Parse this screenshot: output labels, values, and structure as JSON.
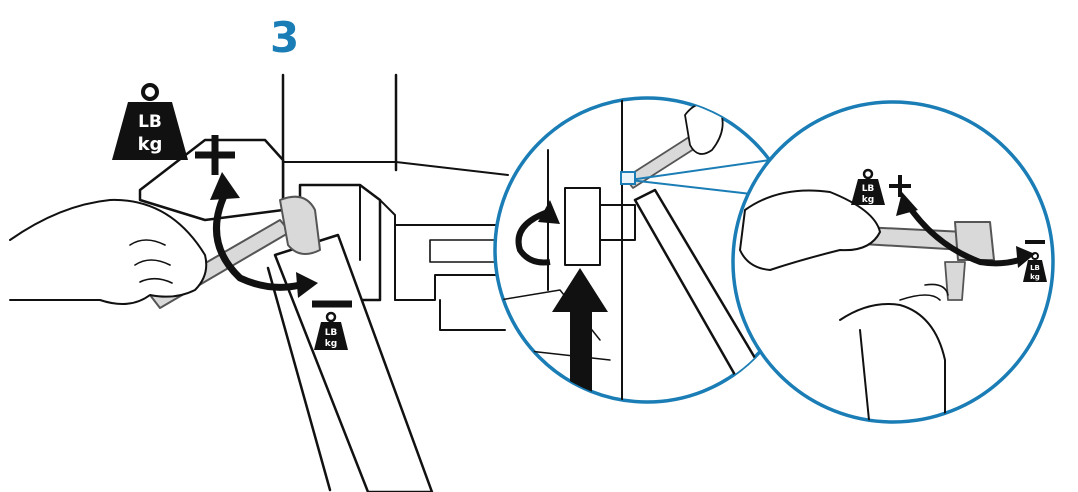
{
  "step": {
    "number": "3"
  },
  "weight_icon": {
    "top_text": "LB",
    "bottom_text": "kg"
  },
  "adjustments": {
    "increase_symbol": "+",
    "decrease_symbol": "−"
  },
  "colors": {
    "accent": "#1a7db5",
    "ink": "#111111",
    "tool_fill": "#d9d9d9",
    "background": "#ffffff"
  }
}
